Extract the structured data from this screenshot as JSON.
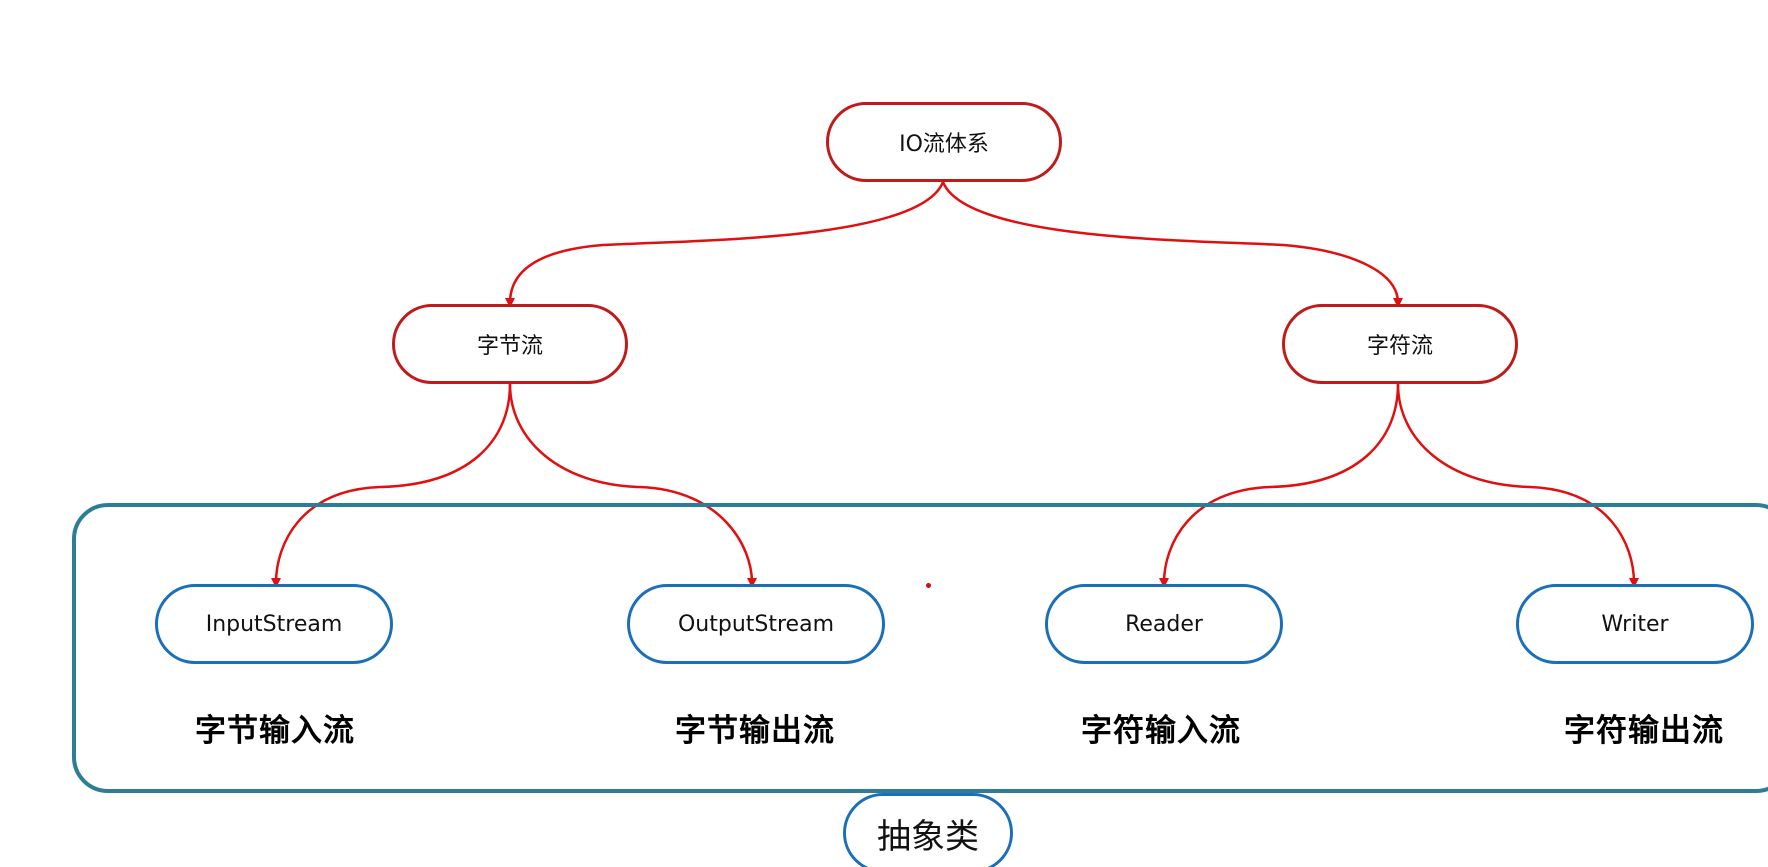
{
  "diagram": {
    "root": {
      "label": "IO流体系"
    },
    "categories": [
      {
        "label": "字节流"
      },
      {
        "label": "字符流"
      }
    ],
    "leaves": [
      {
        "label": "InputStream",
        "caption": "字节输入流"
      },
      {
        "label": "OutputStream",
        "caption": "字节输出流"
      },
      {
        "label": "Reader",
        "caption": "字符输入流"
      },
      {
        "label": "Writer",
        "caption": "字符输出流"
      }
    ],
    "group_label": "抽象类"
  },
  "colors": {
    "tree_lines": "#e01010",
    "tree_node_border": "#c01a1a",
    "leaf_node_border": "#1a6fb8",
    "group_border": "#2e7d96"
  }
}
